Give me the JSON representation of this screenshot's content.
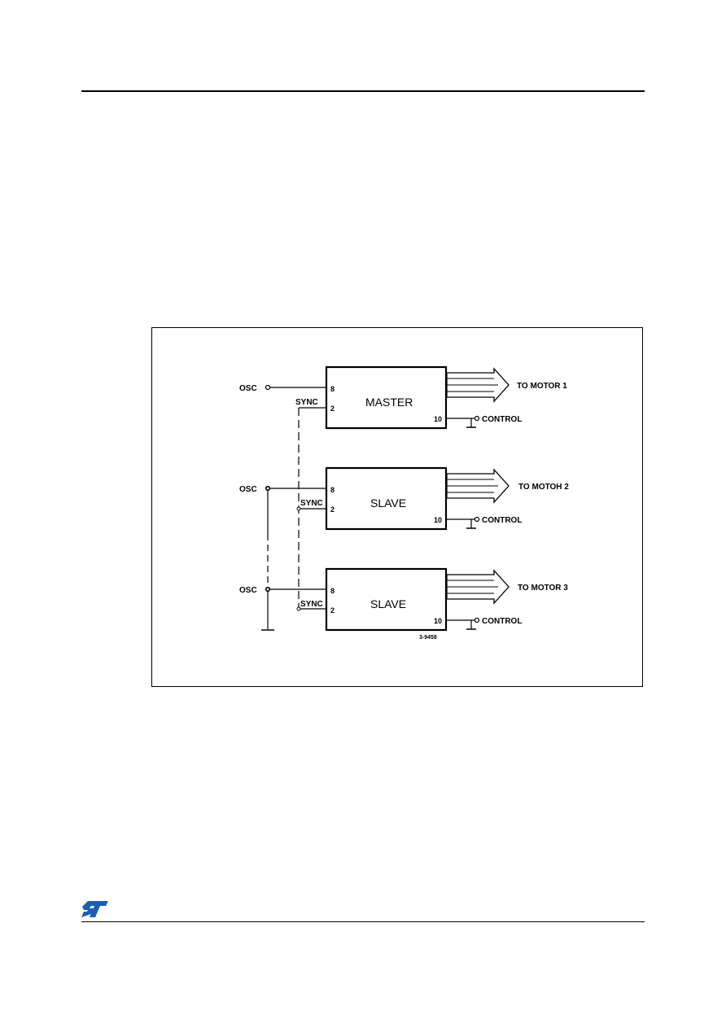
{
  "figure": {
    "blocks": [
      {
        "name": "MASTER",
        "osc_label": "OSC",
        "sync_label": "SYNC",
        "pin_osc": "8",
        "pin_sync": "2",
        "pin_control": "10",
        "control_label": "CONTROL",
        "motor_label": "TO MOTOR 1"
      },
      {
        "name": "SLAVE",
        "osc_label": "OSC",
        "sync_label": "SYNC",
        "pin_osc": "8",
        "pin_sync": "2",
        "pin_control": "10",
        "control_label": "CONTROL",
        "motor_label": "TO MOTOH 2"
      },
      {
        "name": "SLAVE",
        "osc_label": "OSC",
        "sync_label": "SYNC",
        "pin_osc": "8",
        "pin_sync": "2",
        "pin_control": "10",
        "control_label": "CONTROL",
        "motor_label": "TO MOTOR 3"
      }
    ],
    "figure_code": "3-9458"
  },
  "footer": {
    "logo_icon": "st-logo-icon",
    "brand_color": "#1a5fb4"
  }
}
